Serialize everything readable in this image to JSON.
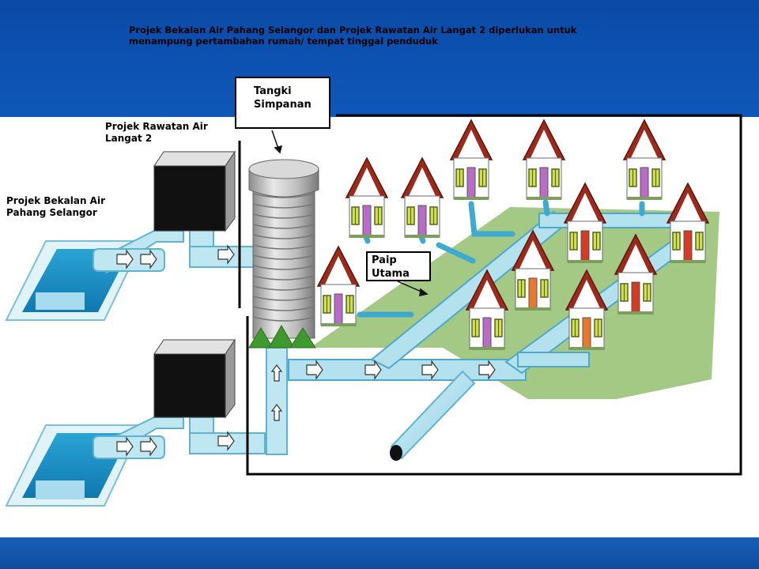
{
  "headline": {
    "line1": "Projek Bekalan Air Pahang Selangor dan Projek Rawatan Air Langat 2 diperlukan untuk",
    "line2": "menampung pertambahan rumah/ tempat tinggal penduduk"
  },
  "labels": {
    "rawatan_line1": "Projek Rawatan Air",
    "rawatan_line2": "Langat 2",
    "bekalan_line1": "Projek Bekalan Air",
    "bekalan_line2": "Pahang Selangor",
    "tank_line1": "Tangki",
    "tank_line2": "Simpanan",
    "pipe_line1": "Paip",
    "pipe_line2": "Utama"
  },
  "colors": {
    "header_blue": "#0d52b2",
    "pipe_blue": "#9fdcec",
    "pipe_dark": "#2b8fb5",
    "grass": "#a3c985",
    "roof": "#9b2a1c",
    "door_purple": "#b86cc7",
    "door_orange": "#e8782a",
    "door_red": "#d43a24"
  }
}
